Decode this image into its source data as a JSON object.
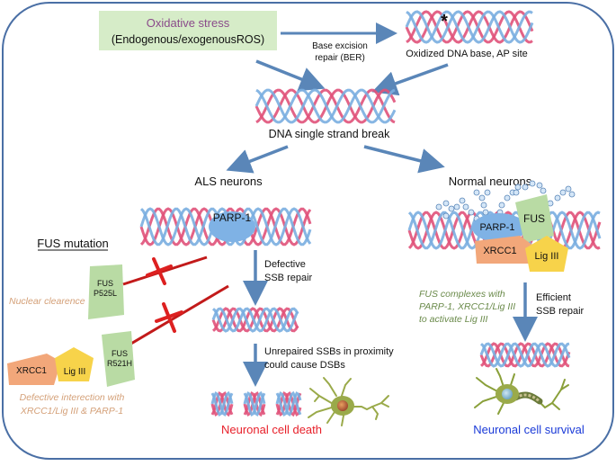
{
  "header": {
    "stress_title": "Oxidative stress",
    "stress_subtitle": "(Endogenous/exogenousROS)",
    "ber_line1": "Base excision",
    "ber_line2": "repair (BER)",
    "oxidized_label": "Oxidized DNA base, AP site",
    "asterisk": "*"
  },
  "center": {
    "ssb_label": "DNA single strand break"
  },
  "als": {
    "title": "ALS neurons",
    "parp": "PARP-1",
    "defective_line1": "Defective",
    "defective_line2": "SSB repair",
    "unrepaired_line1": "Unrepaired SSBs in proximity",
    "unrepaired_line2": "could cause DSBs",
    "death": "Neuronal cell death"
  },
  "fus_mutation": {
    "title": "FUS mutation",
    "nuclear": "Nuclear clearence",
    "fus1_line1": "FUS",
    "fus1_line2": "P525L",
    "fus2_line1": "FUS",
    "fus2_line2": "R521H",
    "xrcc1": "XRCC1",
    "lig3": "Lig III",
    "defective_line1": "Defective interection with",
    "defective_line2": "XRCC1/Lig III & PARP-1"
  },
  "normal": {
    "title": "Normal neurons",
    "parp": "PARP-1",
    "fus": "FUS",
    "xrcc1": "XRCC1",
    "lig3": "Lig III",
    "complex_line1": "FUS complexes with",
    "complex_line2": "PARP-1, XRCC1/Lig III",
    "complex_line3": "to activate Lig III",
    "efficient_line1": "Efficient",
    "efficient_line2": "SSB repair",
    "survival": "Neuronal cell survival"
  },
  "colors": {
    "frame": "#4a6fa5",
    "arrow": "#5a86b8",
    "stress_box": "#d6ecc8",
    "stress_text": "#8a4a8a",
    "strand_pink": "#e0527a",
    "strand_blue": "#7aaee0",
    "protein_blue": "#7fb2e5",
    "fus_green": "#b9dba4",
    "xrcc1_orange": "#f2a77a",
    "lig3_yellow": "#f7d34a",
    "cross_red": "#dd2020",
    "death_red": "#e8202a",
    "survival_blue": "#1a3ad8",
    "muted_orange": "#d4a078",
    "italic_green": "#6a8a4a",
    "neuron_green": "#9aaa4a"
  }
}
